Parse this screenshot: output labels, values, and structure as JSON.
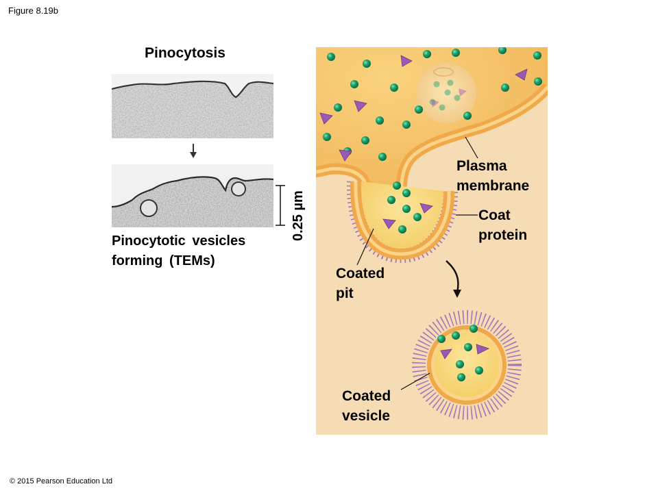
{
  "figure_label": "Figure 8.19b",
  "copyright": "© 2015 Pearson Education Ltd",
  "title": "Pinocytosis",
  "tem_caption": {
    "line1": "Pinocytotic vesicles",
    "line2": "forming (TEMs)"
  },
  "scale_bar": "0.25 µm",
  "labels": {
    "plasma_membrane": [
      "Plasma",
      "membrane"
    ],
    "coat_protein": [
      "Coat",
      "protein"
    ],
    "coated_pit": [
      "Coated",
      "pit"
    ],
    "coated_vesicle": [
      "Coated",
      "vesicle"
    ]
  },
  "colors": {
    "extracellular": "#f7c66e",
    "cytoplasm": "#f6dcb4",
    "membrane": "#f0a94a",
    "coat": "#a874b8",
    "solute_sphere": "#1aa36b",
    "solute_triangle": "#9b59b6"
  }
}
